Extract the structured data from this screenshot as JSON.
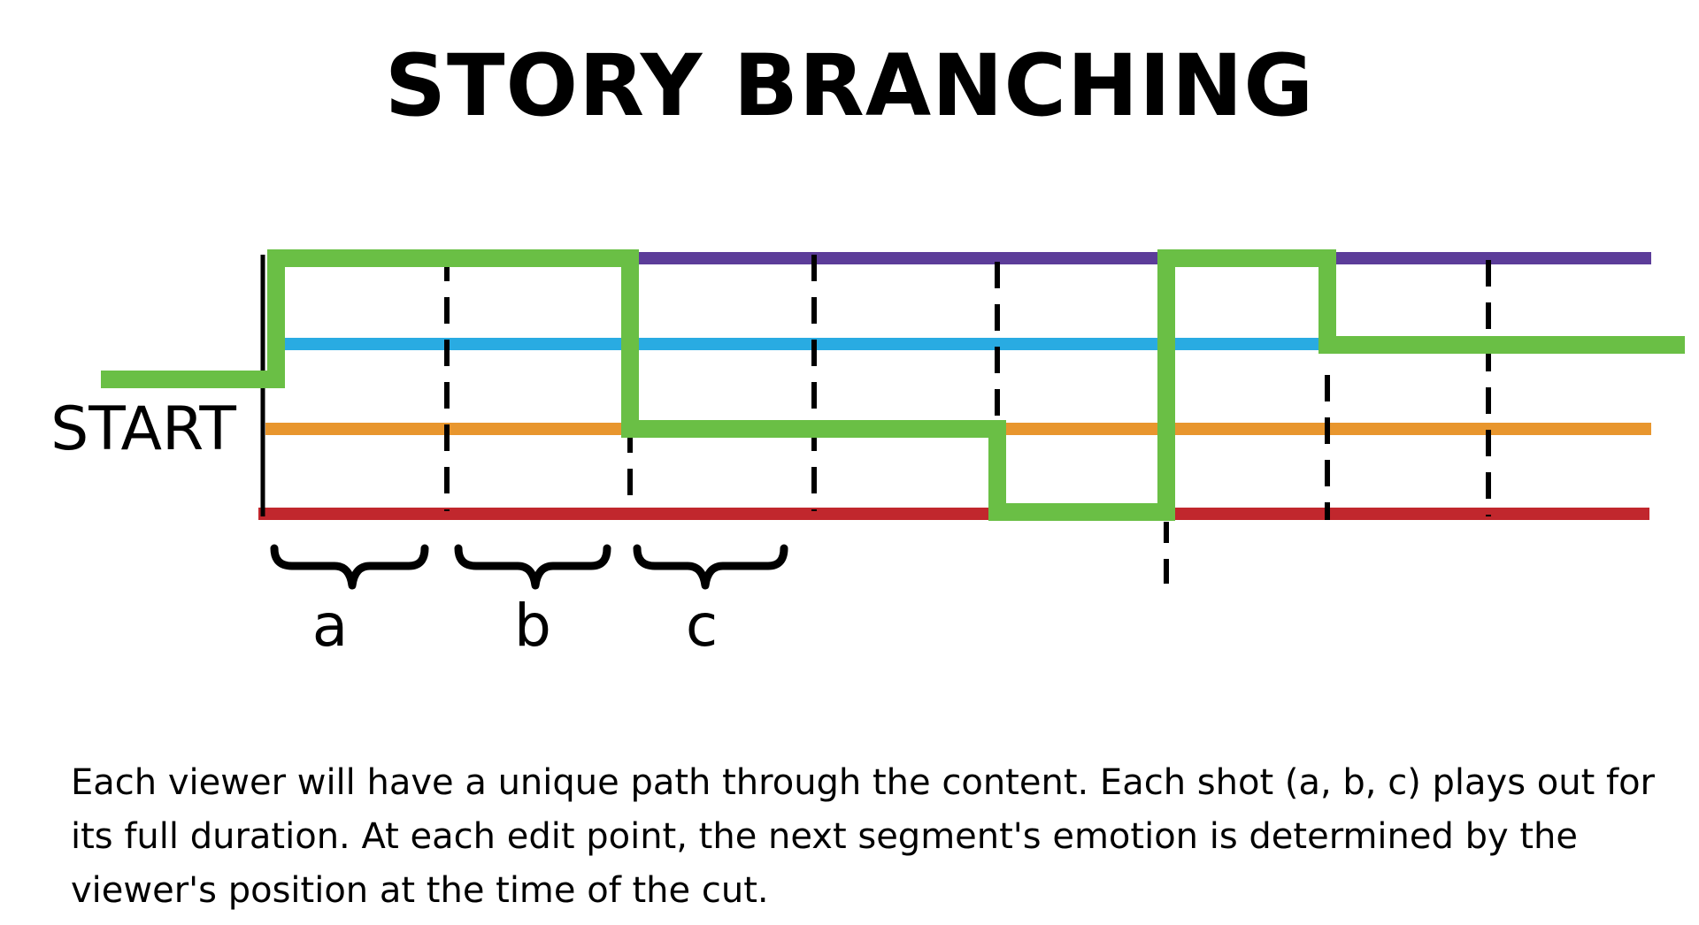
{
  "title": "STORY BRANCHING",
  "start_label": "START",
  "segment_labels": [
    "a",
    "b",
    "c"
  ],
  "caption": "Each viewer will have a unique path through the content. Each shot (a, b, c) plays out for its full duration. At each edit point, the next segment's emotion is determined by the viewer's position at the time of the cut.",
  "colors": {
    "track_purple": "#5c3d99",
    "track_blue": "#29abe2",
    "track_orange": "#e8962e",
    "track_red": "#c1272d",
    "viewer_path": "#6abf45",
    "ink": "#000000"
  },
  "tracks": [
    "purple",
    "blue",
    "orange",
    "red"
  ],
  "viewer_path": [
    "blue",
    "purple",
    "purple",
    "orange",
    "orange",
    "red",
    "purple",
    "blue",
    "blue"
  ]
}
